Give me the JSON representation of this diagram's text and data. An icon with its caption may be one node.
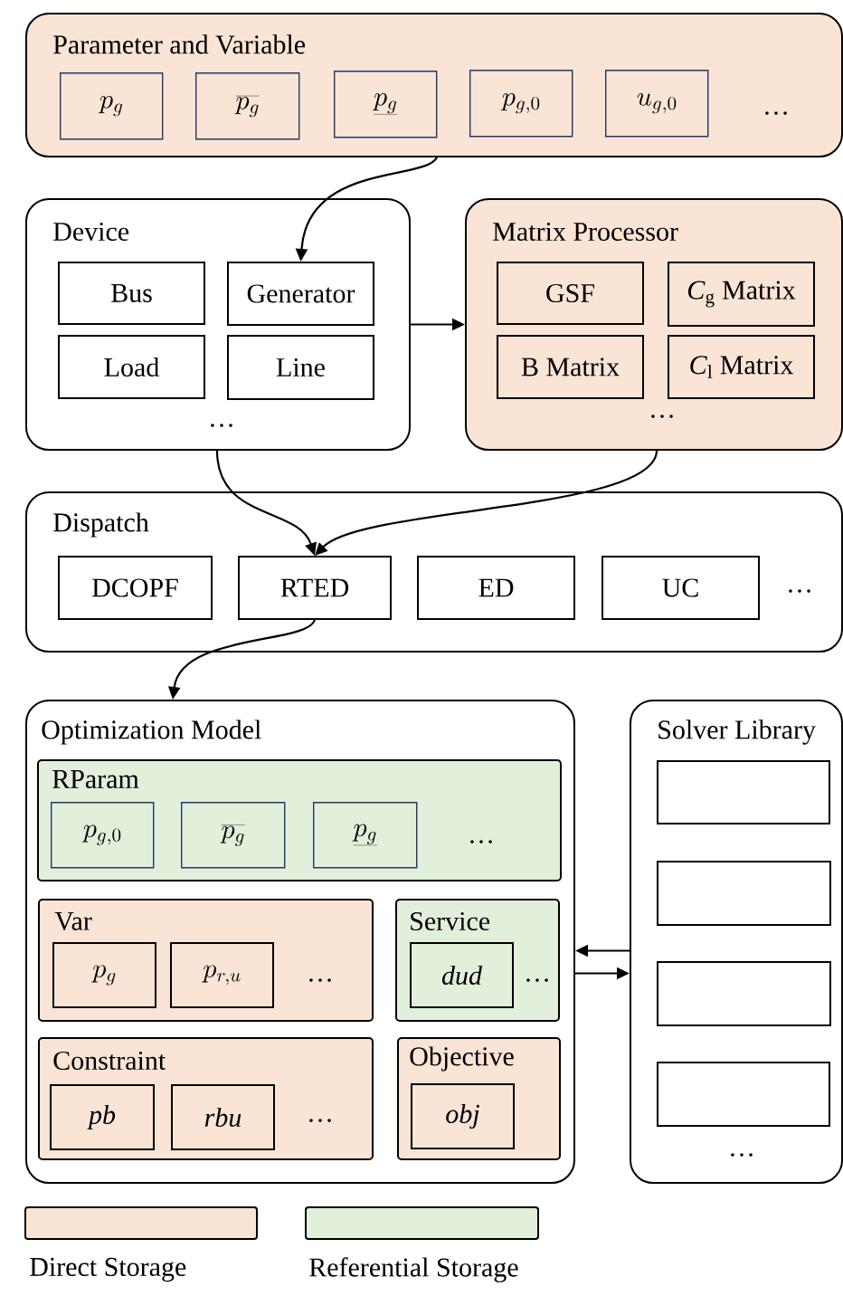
{
  "diagram": {
    "nodes": [
      {
        "text": [
          "Parameter and Variable",
          "…"
        ]
      },
      {
        "text": [
          "p_g"
        ],
        "in": 0
      },
      {
        "text": [
          "\\overline{p_g}"
        ],
        "in": 0
      },
      {
        "text": [
          "\\underline{p_g}"
        ],
        "in": 0
      },
      {
        "text": [
          "p_{g,0}"
        ],
        "in": 0
      },
      {
        "text": [
          "u_{g,0}"
        ],
        "in": 0
      },
      {
        "text": [
          "Device",
          "…"
        ]
      },
      {
        "text": [
          "Bus"
        ],
        "in": 6
      },
      {
        "text": [
          "Generator"
        ],
        "in": 6
      },
      {
        "text": [
          "Load"
        ],
        "in": 6
      },
      {
        "text": [
          "Line"
        ],
        "in": 6
      },
      {
        "text": [
          "Matrix Processor",
          "…"
        ]
      },
      {
        "text": [
          "GSF"
        ],
        "in": 11
      },
      {
        "text": [
          "*C*$_{g}$ Matrix"
        ],
        "in": 11
      },
      {
        "text": [
          "B Matrix"
        ],
        "in": 11
      },
      {
        "text": [
          "*C*$_{l}$ Matrix"
        ],
        "in": 11
      },
      {
        "text": [
          "Dispatch",
          "…"
        ]
      },
      {
        "text": [
          "DCOPF"
        ],
        "in": 16
      },
      {
        "text": [
          "RTED"
        ],
        "in": 16
      },
      {
        "text": [
          "ED"
        ],
        "in": 16
      },
      {
        "text": [
          "UC"
        ],
        "in": 16
      },
      {
        "text": [
          "Optimization Model"
        ]
      },
      {
        "text": [
          "RParam",
          "…"
        ],
        "in": 21
      },
      {
        "text": [
          "p_{g,0}"
        ],
        "in": 22
      },
      {
        "text": [
          "\\overline{p_g}"
        ],
        "in": 22
      },
      {
        "text": [
          "\\underline{p_g}"
        ],
        "in": 22
      },
      {
        "text": [
          "Var",
          "…"
        ],
        "in": 21
      },
      {
        "text": [
          "p_g"
        ],
        "in": 26
      },
      {
        "text": [
          "p_{r,u}"
        ],
        "in": 26
      },
      {
        "text": [
          "Service",
          "…"
        ],
        "in": 21
      },
      {
        "text": [
          "\\mathit{dud}"
        ],
        "in": 29
      },
      {
        "text": [
          "Constraint",
          "…"
        ],
        "in": 21
      },
      {
        "text": [
          "\\mathit{pb}"
        ],
        "in": 31
      },
      {
        "text": [
          "\\mathit{rbu}"
        ],
        "in": 31
      },
      {
        "text": [
          "Objective"
        ],
        "in": 21
      },
      {
        "text": [
          "\\mathit{obj}"
        ],
        "in": 34
      },
      {
        "text": [
          "Solver Library",
          "…"
        ]
      },
      {
        "text": [],
        "shape": "box",
        "in": 36
      },
      {
        "text": [],
        "shape": "box",
        "in": 36
      },
      {
        "text": [],
        "shape": "box",
        "in": 36
      },
      {
        "text": [],
        "shape": "box",
        "in": 36
      }
    ],
    "edges": [
      {
        "from": 0,
        "to": 8,
        "arrow": "to"
      },
      {
        "from": 6,
        "to": 11,
        "arrow": "to"
      },
      {
        "from": 6,
        "to": 18,
        "arrow": "to"
      },
      {
        "from": 11,
        "to": 18,
        "arrow": "to"
      },
      {
        "from": 18,
        "to": 21,
        "arrow": "to"
      },
      {
        "from": 36,
        "to": 21,
        "arrow": "to"
      },
      {
        "from": 21,
        "to": 36,
        "arrow": "to"
      }
    ],
    "legend": [
      {
        "text": "Direct Storage",
        "color": "#fae4d6"
      },
      {
        "text": "Referential Storage",
        "color": "#e2efda"
      }
    ]
  }
}
